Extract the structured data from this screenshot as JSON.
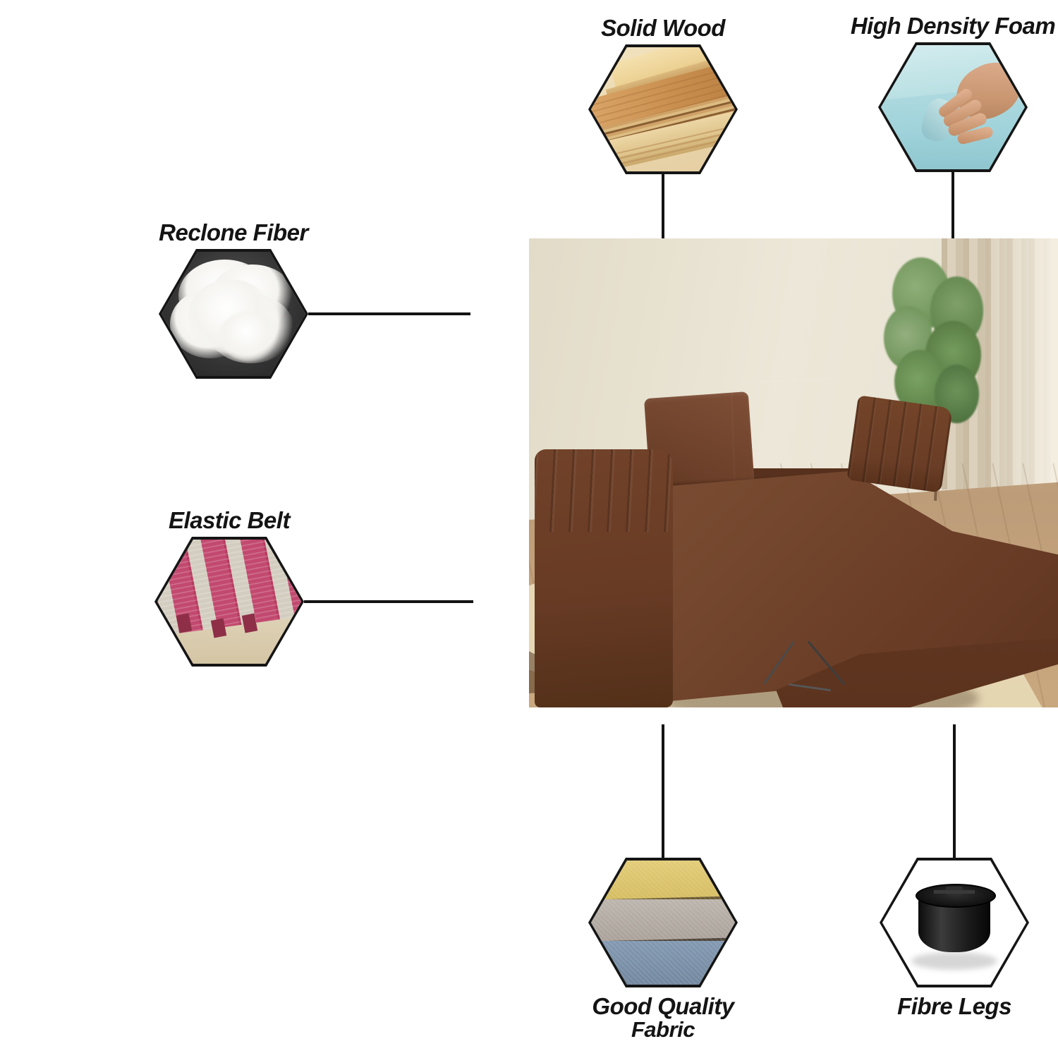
{
  "page": {
    "type": "product-feature-infographic",
    "background": "#ffffff",
    "subject": "sofa cum bed"
  },
  "product_photo": {
    "alt": "Brown fabric sofa cum bed pulled out into bed position, in a living room with cream walls, beige curtains, a green potted plant, wooden floor and a cream rug"
  },
  "features": [
    {
      "id": "solid-wood",
      "label": "Solid Wood",
      "image": "stacked-plywood-planks",
      "label_position": "above"
    },
    {
      "id": "high-density-foam",
      "label": "High Density Foam",
      "image": "hand-pressing-blue-foam",
      "label_position": "above"
    },
    {
      "id": "reclone-fiber",
      "label": "Reclone Fiber",
      "image": "white-polyester-fiber-ball",
      "label_position": "above"
    },
    {
      "id": "elastic-belt",
      "label": "Elastic Belt",
      "image": "pink-elastic-webbing-straps",
      "label_position": "above"
    },
    {
      "id": "good-quality-fabric",
      "label": "Good Quality",
      "label_line2": "Fabric",
      "image": "fabric-swatches-yellow-grey-blue",
      "label_position": "below"
    },
    {
      "id": "fibre-legs",
      "label": "Fibre Legs",
      "image": "black-plastic-sofa-leg",
      "label_position": "below"
    }
  ],
  "colors": {
    "label_text": "#141414",
    "connector_line": "#131313",
    "hexagon_border": "#151515",
    "sofa_brown": "#74462e",
    "foam_blue": "#a9d9de",
    "belt_pink": "#c2496f",
    "fiber_white": "#f4f3ef",
    "fabric_yellow": "#d9c06a",
    "fabric_grey": "#b2aba3",
    "fabric_blue": "#7d95ae",
    "leg_black": "#1a1a1a",
    "wood_tan": "#c98f4f",
    "wall_cream": "#e9e3d3",
    "rug_beige": "#e9dcbc"
  }
}
